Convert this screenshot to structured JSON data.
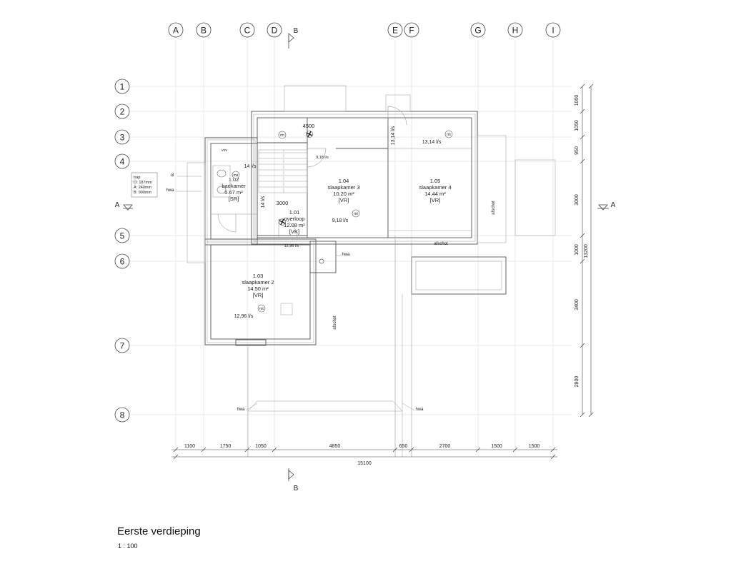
{
  "drawing": {
    "title": "Eerste verdieping",
    "scale": "1 : 100"
  },
  "grid": {
    "columns": [
      "A",
      "B",
      "C",
      "D",
      "E",
      "F",
      "G",
      "H",
      "I"
    ],
    "rows": [
      "1",
      "2",
      "3",
      "4",
      "5",
      "6",
      "7",
      "8"
    ]
  },
  "sections": {
    "vertical": "B",
    "horizontal": "A"
  },
  "dimensions": {
    "bottom_segments": [
      "1100",
      "1750",
      "1050",
      "4850",
      "650",
      "2700",
      "1500",
      "1500"
    ],
    "bottom_total": "15100",
    "right_segments": [
      "1000",
      "1050",
      "950",
      "3000",
      "1000",
      "3400",
      "2800"
    ],
    "right_total": "13200",
    "room_widths": [
      "4500",
      "3000"
    ]
  },
  "rooms": [
    {
      "id": "1.01",
      "name": "overloop",
      "area": "12.08 m²",
      "code": "[VK]"
    },
    {
      "id": "1.02",
      "name": "badkamer",
      "area": "5.67 m²",
      "code": "[SR]"
    },
    {
      "id": "1.03",
      "name": "slaapkamer 2",
      "area": "14.50 m²",
      "code": "[VR]"
    },
    {
      "id": "1.04",
      "name": "slaapkamer 3",
      "area": "10.20 m²",
      "code": "[VR]"
    },
    {
      "id": "1.05",
      "name": "slaapkamer 4",
      "area": "14.44 m²",
      "code": "[VR]"
    }
  ],
  "airflows": [
    "14 l/s",
    "9,18 l/s",
    "9,18 l/s",
    "13,14 l/s",
    "13,14 l/s",
    "12,96 l/s",
    "12,96 l/s",
    "14 l/s"
  ],
  "annotations": {
    "trap": [
      "trap",
      "O: 187mm",
      "A: 240mm",
      "B: 900mm"
    ],
    "ol": "ol",
    "hwa": "hwa",
    "vvv": "vvv",
    "ma": "ma",
    "rm": "rm",
    "mt": "mt",
    "afschot": "afschot"
  }
}
